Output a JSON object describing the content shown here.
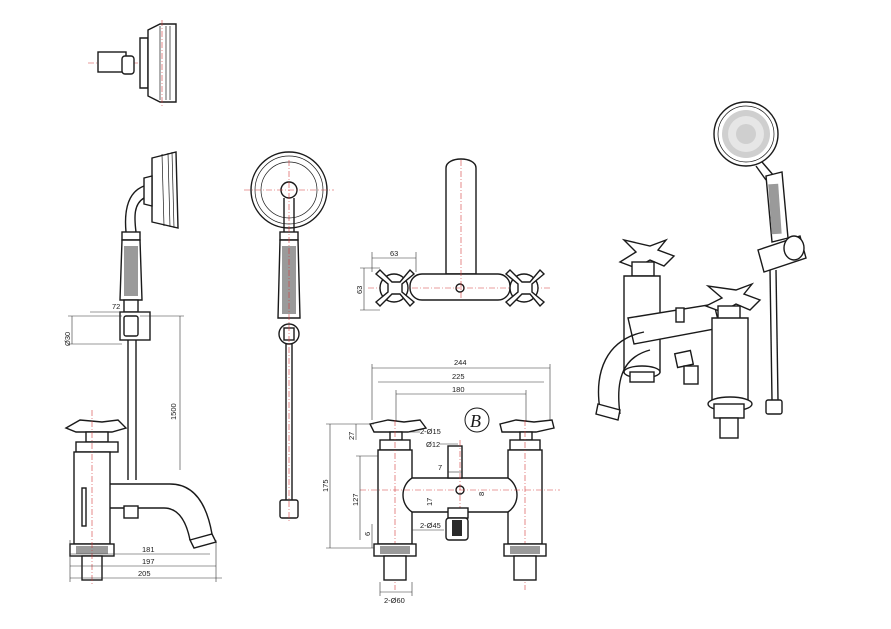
{
  "logo_letter": "B",
  "dimensions": {
    "side_72": "72",
    "side_d30": "Ø30",
    "side_1500": "1500",
    "side_181": "181",
    "side_197": "197",
    "side_205": "205",
    "top_63_width": "63",
    "top_63_height": "63",
    "front_244": "244",
    "front_225": "225",
    "front_180": "180",
    "front_2d15": "2-Ø15",
    "front_d12": "Ø12",
    "front_27": "27",
    "front_175": "175",
    "front_127": "127",
    "front_7": "7",
    "front_17": "17",
    "front_8": "8",
    "front_6": "6",
    "front_2d45": "2-Ø45",
    "front_2d60": "2-Ø60"
  },
  "colors": {
    "line": "#1a1a1a",
    "centerline": "#d23a3a",
    "shade": "#9a9a9a"
  }
}
